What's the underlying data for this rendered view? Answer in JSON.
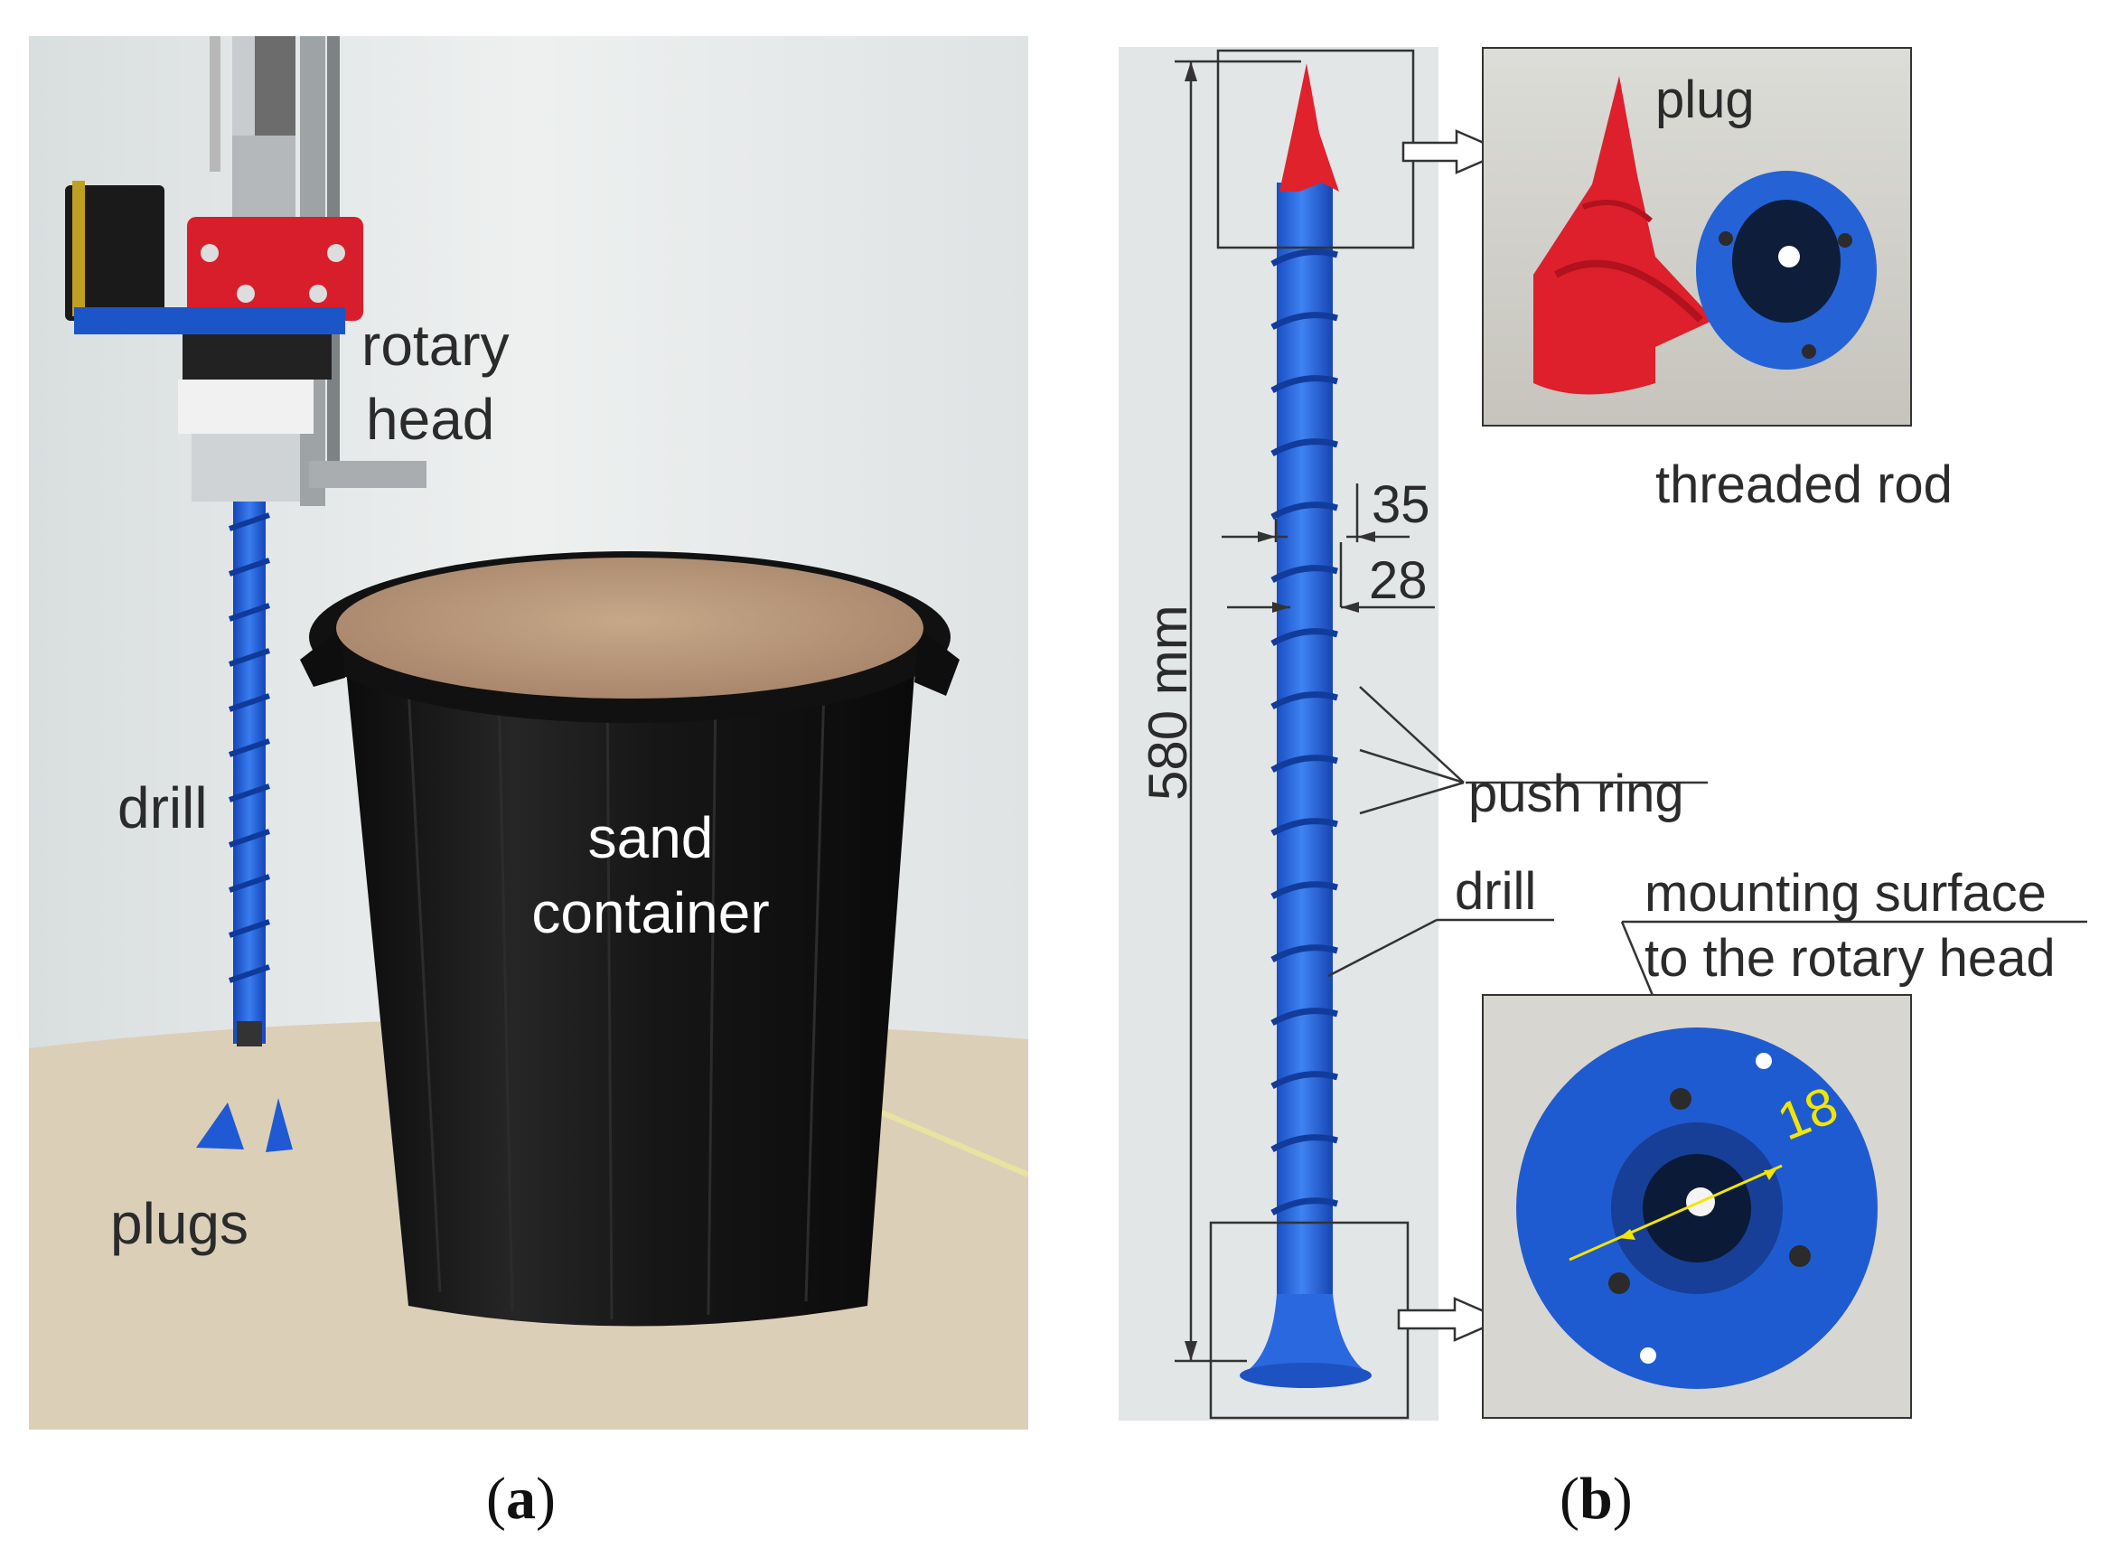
{
  "panel_a": {
    "labels": {
      "rotary_head_line1": "rotary",
      "rotary_head_line2": "head",
      "drill": "drill",
      "plugs": "plugs",
      "sand_container_line1": "sand",
      "sand_container_line2": "container"
    },
    "caption": "a"
  },
  "panel_b": {
    "labels": {
      "length": "580 mm",
      "outer_diameter": "35",
      "inner_diameter": "28",
      "push_ring": "push ring",
      "drill": "drill",
      "plug": "plug",
      "threaded_rod": "threaded rod",
      "mounting_line1": "mounting surface",
      "mounting_line2": "to the rotary head",
      "bore_diameter": "18"
    },
    "caption": "b"
  },
  "colors": {
    "drill_blue": "#1e5fd6",
    "plug_red": "#e0202e",
    "bucket_black": "#151515",
    "sand": "#b89677",
    "wall": "#e6e9ea",
    "floor": "#d9cbb3",
    "dim_yellow": "#f2e600"
  }
}
